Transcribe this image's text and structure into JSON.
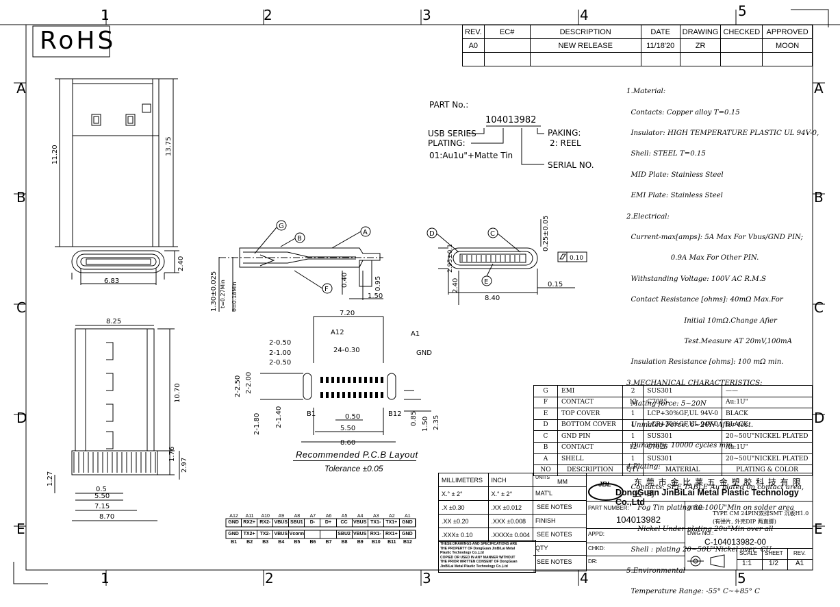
{
  "zones": {
    "top": [
      "1",
      "2",
      "3",
      "4",
      "5"
    ],
    "side": [
      "A",
      "B",
      "C",
      "D",
      "E"
    ]
  },
  "rohs": "RoHS",
  "revision_table": {
    "headers": [
      "REV.",
      "EC#",
      "DESCRIPTION",
      "DATE",
      "DRAWING",
      "CHECKED",
      "APPROVED"
    ],
    "rows": [
      [
        "A0",
        "",
        "NEW RELEASE",
        "11/18'20",
        "ZR",
        "",
        "MOON"
      ]
    ]
  },
  "part_number_block": {
    "title": "PART No.:",
    "number": "104013982",
    "usb_series": "USB SERIES",
    "plating_label": "PLATING:",
    "plating_value": "01:Au1u\"+Matte Tin",
    "paking_label": "PAKING:",
    "paking_value": "2: REEL",
    "serial": "SERIAL NO."
  },
  "notes": [
    "1.Material:",
    "  Contacts: Copper alloy T=0.15",
    "  Insulator: HIGH TEMPERATURE PLASTIC UL 94V-0,",
    "  Shell: STEEL T=0.15",
    "  MID Plate: Stainless Steel",
    "  EMI Plate: Stainless Steel",
    "2.Electrical:",
    "  Current-max[amps]: 5A Max For Vbus/GND PIN;",
    "                    0.9A Max For Other PIN.",
    "  Withstanding Voltage: 100V AC R.M.S",
    "  Contact Resistance [ohms]: 40mΩ Max.For",
    "                          Initial 10mΩ.Change Afier",
    "                          Test.Measure AT 20mV,100mA",
    "  Insulation Resistance [ohms]: 100 mΩ min.",
    "3.MECHANICAL CHARACTERISTICS:",
    "  Mating force: 5~20N",
    "  Unmated Force: 6~20N After test.",
    "  Durability: 10000 cycles min.",
    "4.Plating:",
    "  Contacts: SEE TABLE Au plated on contact area,",
    "     Fog Tin plating 80-100U\"Min on solder area",
    "     Nickel Under plating 20u\"Min over all",
    "  Shell : plating 20~50U\"Nickel over  CU",
    "5.Environmental",
    "  Temperature Range: -55° C~+85° C"
  ],
  "bom": {
    "rows": [
      [
        "G",
        "EMI",
        "2",
        "SUS301",
        "——"
      ],
      [
        "F",
        "CONTACT",
        "12",
        "C7025",
        "Au:1U\""
      ],
      [
        "E",
        "TOP COVER",
        "1",
        "LCP+30%GF,UL 94V-0",
        "BLACK"
      ],
      [
        "D",
        "BOTTOM COVER",
        "1",
        "LCP+30%GF,UL 94V-0",
        "BLACK"
      ],
      [
        "C",
        "GND PIN",
        "1",
        "SUS301",
        "20~50U\"NICKEL PLATED"
      ],
      [
        "B",
        "CONTACT",
        "12",
        "C7025",
        "Au:1U\""
      ],
      [
        "A",
        "SHELL",
        "1",
        "SUS301",
        "20~50U\"NICKEL PLATED"
      ]
    ],
    "headers": [
      "NO",
      "DESCRIPTION",
      "QTY",
      "MATERIAL",
      "PLATING & COLOR"
    ]
  },
  "tolerance": {
    "headers": [
      "MILLIMETERS",
      "INCH"
    ],
    "rows": [
      [
        "X.° ± 2°",
        "X.° ± 2°"
      ],
      [
        ".X ±0.30",
        ".XX ±0.012"
      ],
      [
        ".XX ±0.20",
        ".XXX ±0.008"
      ],
      [
        ".XXX± 0.10",
        ".XXXX± 0.004"
      ]
    ],
    "disclaimer": [
      "THESE DRAWINGS AND SPECIFICATIONS ARE",
      "THE PROPERTY OF DongGuan JinBiLai Metal",
      "Plastic Technology Co.,Ltd",
      "COPIED OR USED IN ANY MANNER WITHOUT",
      "THE PRIOR WRITTEN CONSENT OF DongGuan",
      "JinBiLai Metal Plastic Technology Co.,Ltd"
    ]
  },
  "units_col": {
    "units_label": "UNITS",
    "units_value": "MM",
    "matl": "MAT'L",
    "see1": "SEE NOTES",
    "finish": "FINISH",
    "see2": "SEE NOTES",
    "qty": "QTY",
    "see3": "SEE NOTES"
  },
  "company": {
    "cn": "东 莞 市 金 比 莱 五 金 塑 胶 科 技 有 限 公 司",
    "en": "DongGuan JinBiLai Metal Plastic Technology Co.,Ltd",
    "logo_text": "JBL"
  },
  "title_block": {
    "part_number_label": "PART NUMBER:",
    "part_number": "104013982",
    "title_label": "TITLE:",
    "title_1": "TYPE CM 24PIN双排SMT 沉板H1.0",
    "title_2": "(有弹片, 外壳DIP 两直脚)",
    "appd": "APPD:",
    "dwg_label": "DWG NO.:",
    "dwg_no": "C-104013982-00",
    "chkd": "CHKD:",
    "scale_label": "SCALE",
    "sheet_label": "SHEET",
    "rev_label": "REV.",
    "scale": "1:1",
    "sheet": "1/2",
    "rev": "A1",
    "dr": "DR:"
  },
  "pcb": {
    "caption": "Recommended P.C.B Layout",
    "tolerance": "Tolerance ±0.05"
  },
  "pinout": {
    "top": [
      "A12",
      "A11",
      "A10",
      "A9",
      "A8",
      "A7",
      "A6",
      "A5",
      "A4",
      "A3",
      "A2",
      "A1"
    ],
    "top_sig": [
      "GND",
      "RX2+",
      "RX2-",
      "VBUS",
      "SBU1",
      "D-",
      "D+",
      "CC",
      "VBUS",
      "TX1-",
      "TX1+",
      "GND"
    ],
    "bot_sig": [
      "GND",
      "TX2+",
      "TX2-",
      "VBUS",
      "Vconn",
      "",
      "",
      "SBU2",
      "VBUS",
      "RX1-",
      "RX1+",
      "GND"
    ],
    "bot": [
      "B1",
      "B2",
      "B3",
      "B4",
      "B5",
      "B6",
      "B7",
      "B8",
      "B9",
      "B10",
      "B11",
      "B12"
    ]
  },
  "dims": {
    "top_view": [
      "11.20",
      "13.75"
    ],
    "front_view": [
      "2.40",
      "6.83"
    ],
    "bottom_view": [
      "8.25",
      "10.70",
      "1.76",
      "2.97",
      "1.27",
      "0.5",
      "5.50",
      "7.15",
      "8.70"
    ],
    "side_view": [
      "1.30±0.025",
      "θ=0.18Min",
      "1.50",
      "0.95",
      "0.40",
      "t=0.27Min"
    ],
    "end_view": [
      "0.25±0.05",
      "2.95±0.1",
      "0.10",
      "0.15",
      "2.40",
      "8.40"
    ],
    "pcb": [
      "7.20",
      "2-0.50",
      "2-1.00",
      "2-0.50",
      "24-0.30",
      "A12",
      "A1",
      "GND",
      "2-2.50",
      "2-2.00",
      "2-1.80",
      "2-1.40",
      "B1",
      "0.50",
      "B12",
      "5.50",
      "8.60",
      "0.85",
      "1.50",
      "2.35"
    ],
    "callouts": [
      "G",
      "B",
      "A",
      "F",
      "D",
      "C",
      "E"
    ]
  }
}
